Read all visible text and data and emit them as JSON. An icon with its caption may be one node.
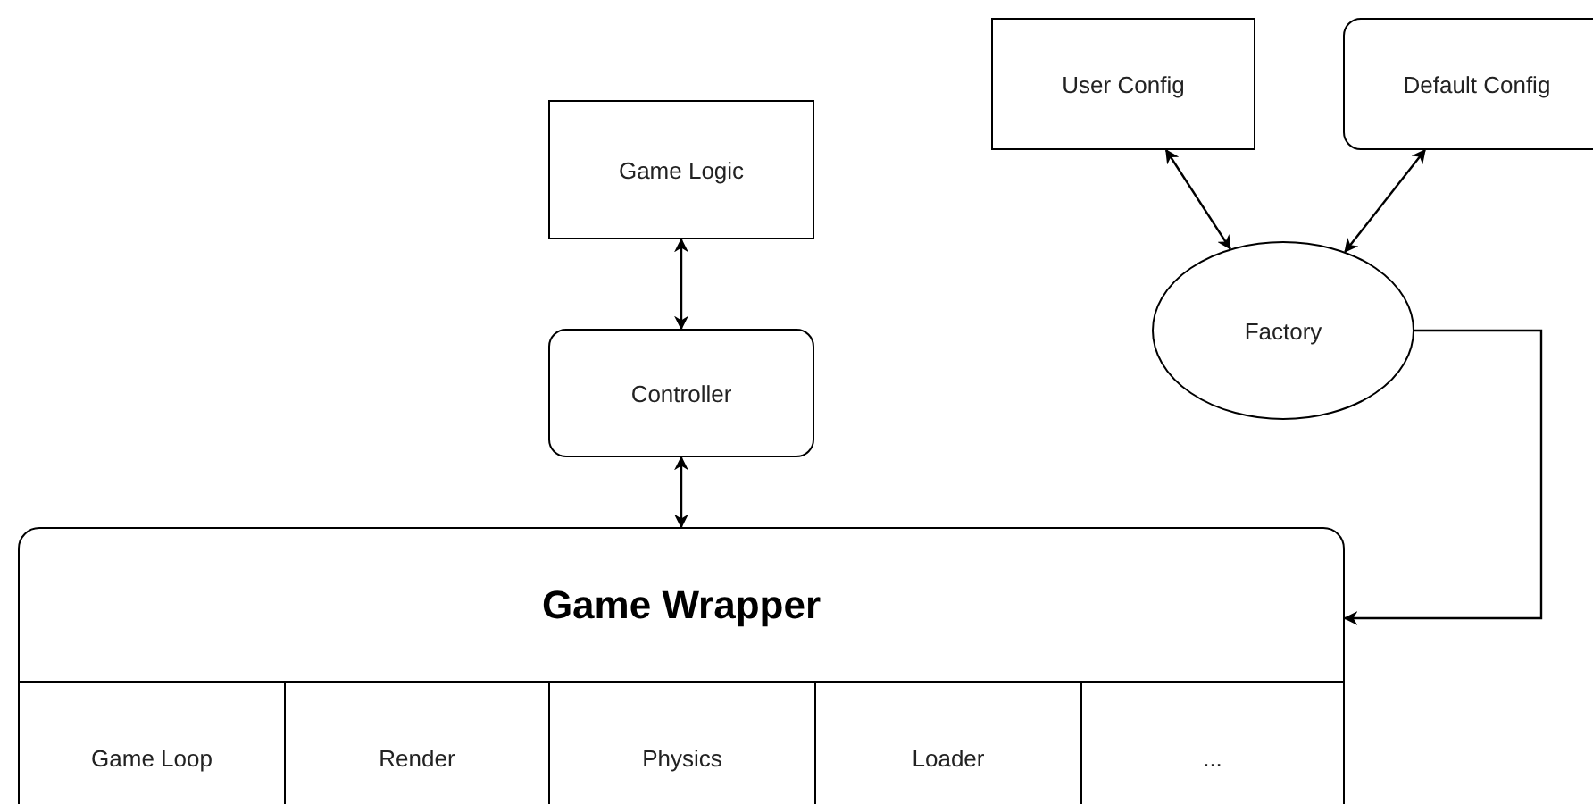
{
  "diagram": {
    "nodes": [
      {
        "text": [
          "Game Logic"
        ]
      },
      {
        "text": [
          "Controller"
        ]
      },
      {
        "text": [
          "User Config"
        ]
      },
      {
        "text": [
          "Default Config"
        ]
      },
      {
        "text": [
          "Factory"
        ]
      },
      {
        "text": [
          "Game Wrapper"
        ]
      },
      {
        "text": [
          "Game Loop"
        ],
        "in": 5
      },
      {
        "text": [
          "Render"
        ],
        "in": 5
      },
      {
        "text": [
          "Physics"
        ],
        "in": 5
      },
      {
        "text": [
          "Loader"
        ],
        "in": 5
      },
      {
        "text": [
          "..."
        ],
        "in": 5
      }
    ],
    "edges": [
      {
        "from": 0,
        "to": 1,
        "arrow": "both"
      },
      {
        "from": 1,
        "to": 5,
        "arrow": "both"
      },
      {
        "from": 2,
        "to": 4,
        "arrow": "both"
      },
      {
        "from": 3,
        "to": 4,
        "arrow": "both"
      },
      {
        "from": 4,
        "to": 5,
        "arrow": "to"
      }
    ]
  }
}
